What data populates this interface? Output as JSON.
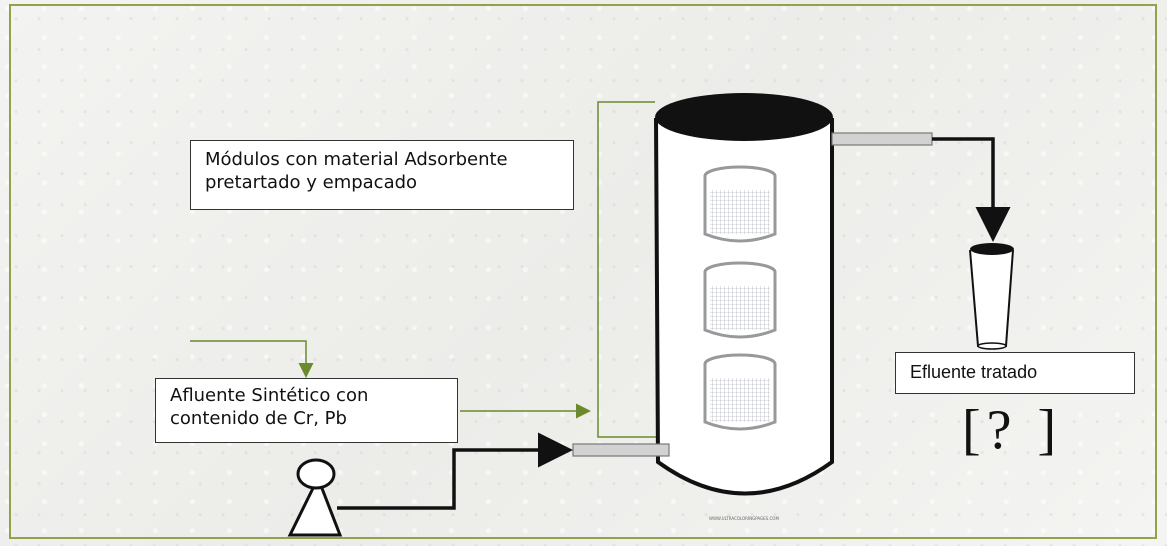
{
  "labels": {
    "modules": "Módulos con material  Adsorbente pretartado y empacado",
    "afluente": "Afluente  Sintético con contenido de Cr, Pb",
    "efluente": "Efluente tratado",
    "unknown": "[? ]",
    "watermark": "WWW.ULTRACOLORINGPAGES.COM"
  },
  "colors": {
    "frame": "#8fa34a",
    "leader": "#6b8a2e",
    "pipe": "#d2d2d2",
    "ink": "#111111"
  }
}
